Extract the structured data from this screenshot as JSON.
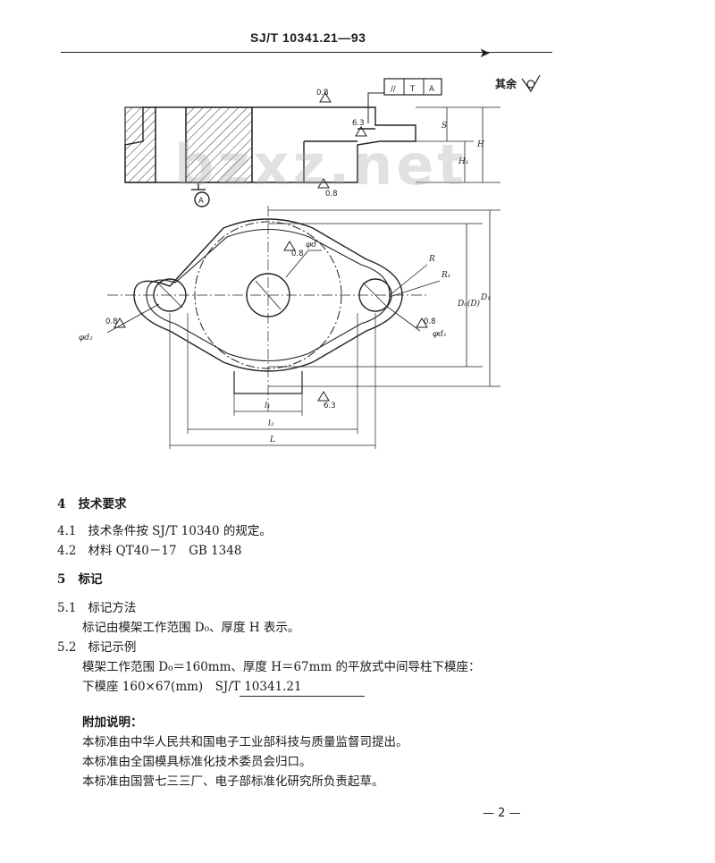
{
  "header": {
    "standard_code": "SJ/T 10341.21—93",
    "arrow": "➤"
  },
  "drawing": {
    "watermark": "bzxz.net",
    "roughness_rest": "其余",
    "roughness_values": [
      "0.8",
      "6.3",
      "0.8",
      "0.8",
      "0.8",
      "0.8",
      "6.3"
    ],
    "tolerance_frame": [
      "//",
      "T",
      "A"
    ],
    "datum": "A",
    "dims": {
      "S": "S",
      "H": "H",
      "H1": "H₁",
      "phi_d": "φd",
      "R": "R",
      "R1": "R₁",
      "D0": "D₀(D)",
      "D1": "D₁",
      "phi_d2": "φd₂",
      "phi_d1": "φd₁",
      "l1": "l₁",
      "l2": "l₂",
      "L": "L"
    }
  },
  "sections": [
    {
      "num": "4",
      "title": "技术要求"
    },
    {
      "num": "5",
      "title": "标记"
    }
  ],
  "items": {
    "s4_1": {
      "num": "4.1",
      "text": "技术条件按 SJ/T 10340 的规定。"
    },
    "s4_2": {
      "num": "4.2",
      "text": "材料 QT40－17　GB 1348"
    },
    "s5_1": {
      "num": "5.1",
      "text": "标记方法"
    },
    "s5_1_body": "标记由模架工作范围 D₀、厚度 H 表示。",
    "s5_2": {
      "num": "5.2",
      "text": "标记示例"
    },
    "s5_2_body1": "模架工作范围 D₀＝160mm、厚度 H＝67mm 的平放式中间导柱下模座：",
    "s5_2_body2": "下模座 160×67(mm)　SJ/T 10341.21"
  },
  "notes": {
    "title": "附加说明：",
    "lines": [
      "本标准由中华人民共和国电子工业部科技与质量监督司提出。",
      "本标准由全国模具标准化技术委员会归口。",
      "本标准由国营七三三厂、电子部标准化研究所负责起草。"
    ]
  },
  "footer": {
    "page": "— 2 —"
  }
}
